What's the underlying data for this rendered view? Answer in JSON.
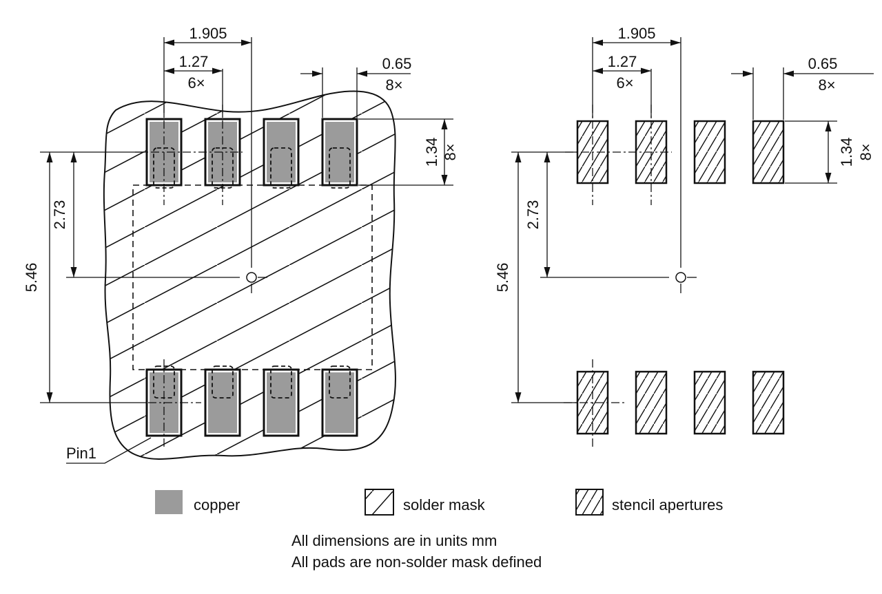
{
  "drawing": {
    "dims": {
      "row_pitch": "1.905",
      "pad_pitch": "1.27",
      "pad_pitch_count": "6×",
      "pad_width": "0.65",
      "pad_width_count": "8×",
      "pad_height": "1.34",
      "pad_height_count": "8×",
      "center_offset": "2.73",
      "row_span": "5.46"
    },
    "pin1_label": "Pin1",
    "legend": [
      {
        "label": "copper"
      },
      {
        "label": "solder mask"
      },
      {
        "label": "stencil apertures"
      }
    ],
    "notes": [
      "All dimensions are in units mm",
      "All pads are non-solder mask defined"
    ],
    "colors": {
      "copper": "#9b9b9b",
      "line": "#111111",
      "background": "#ffffff"
    }
  }
}
